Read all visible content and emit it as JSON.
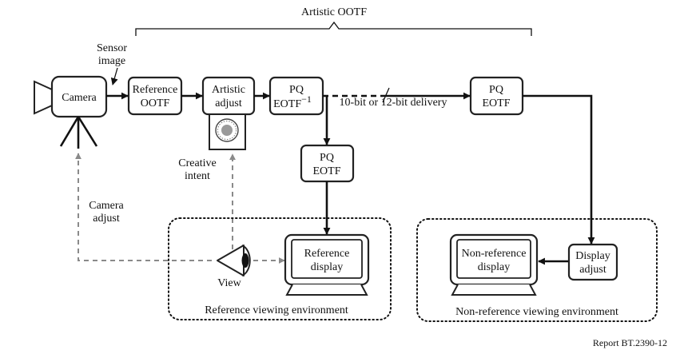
{
  "labels": {
    "artistic_ootf": "Artistic OOTF",
    "sensor_image_1": "Sensor",
    "sensor_image_2": "image",
    "camera": "Camera",
    "reference_ootf_1": "Reference",
    "reference_ootf_2": "OOTF",
    "artistic_adjust_1": "Artistic",
    "artistic_adjust_2": "adjust",
    "pq_eotf_inv_1": "PQ",
    "pq_eotf_inv_2": "EOTF",
    "pq_eotf_inv_sup": "−1",
    "delivery": "10-bit or 12-bit delivery",
    "pq_eotf_right_1": "PQ",
    "pq_eotf_right_2": "EOTF",
    "pq_eotf_mid_1": "PQ",
    "pq_eotf_mid_2": "EOTF",
    "creative_intent_1": "Creative",
    "creative_intent_2": "intent",
    "camera_adjust_1": "Camera",
    "camera_adjust_2": "adjust",
    "view": "View",
    "reference_display_1": "Reference",
    "reference_display_2": "display",
    "reference_env": "Reference viewing environment",
    "non_reference_display_1": "Non-reference",
    "non_reference_display_2": "display",
    "display_adjust_1": "Display",
    "display_adjust_2": "adjust",
    "non_reference_env": "Non-reference viewing environment",
    "report": "Report BT.2390-12"
  },
  "colors": {
    "line": "#111111",
    "feedback": "#8a8a8a"
  }
}
